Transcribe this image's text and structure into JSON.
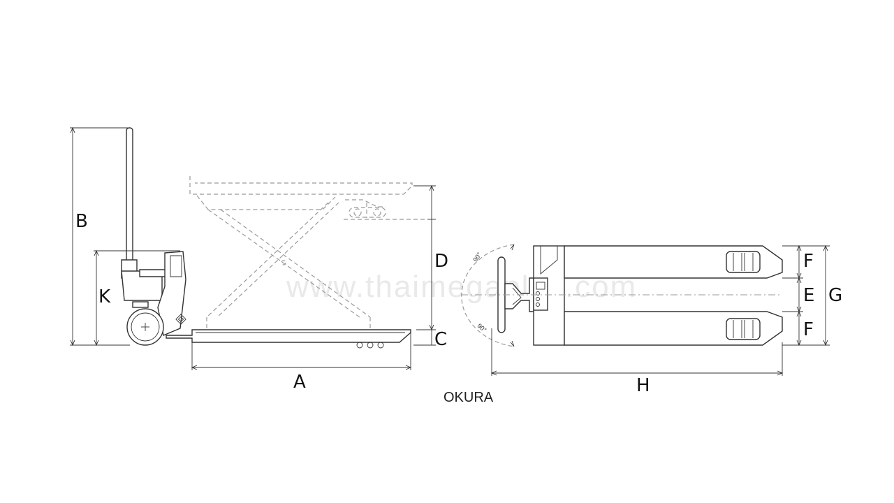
{
  "watermark": "www.thaimegaplus.com",
  "brand": "OKURA",
  "dimensions": {
    "a": "A",
    "b": "B",
    "c": "C",
    "d": "D",
    "e": "E",
    "f_top": "F",
    "f_bottom": "F",
    "g": "G",
    "h": "H",
    "k": "K"
  },
  "steering_angles": {
    "upper": "90°",
    "lower": "90°"
  },
  "colors": {
    "line": "#333333",
    "dashed": "#9a9a9a",
    "watermark": "#e9e9e9"
  }
}
